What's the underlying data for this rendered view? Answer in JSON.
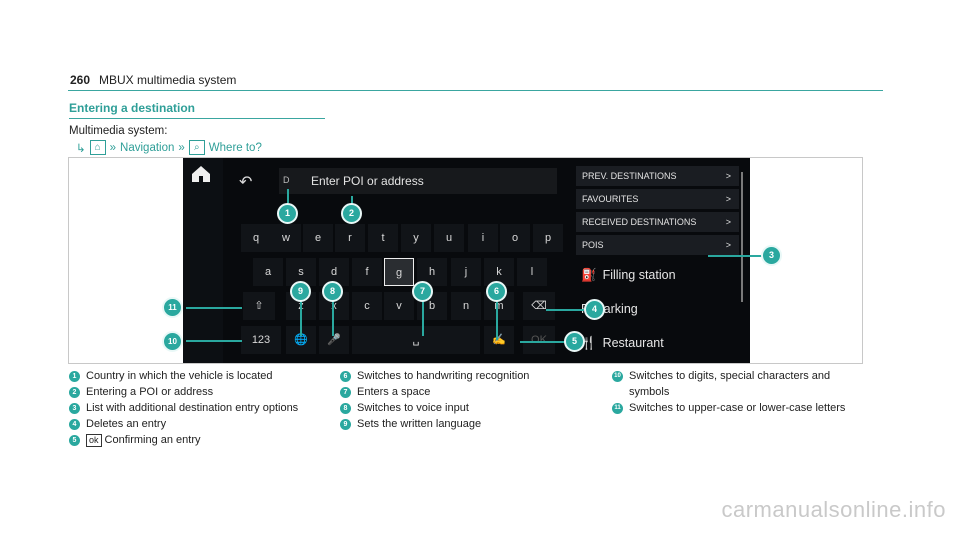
{
  "header": {
    "page_number": "260",
    "title": "MBUX multimedia system"
  },
  "section": {
    "title": "Entering a destination",
    "intro": "Multimedia system:",
    "path": {
      "arrow": "↳",
      "home_icon": "⌂",
      "sep": "»",
      "step1": "Navigation",
      "search_icon": "⌕",
      "step2": "Where to?"
    }
  },
  "screen": {
    "country": "D",
    "input_placeholder": "Enter POI or address",
    "keys_row1": [
      "q",
      "w",
      "e",
      "r",
      "t",
      "y",
      "u",
      "i",
      "o",
      "p"
    ],
    "keys_row2": [
      "a",
      "s",
      "d",
      "f",
      "g",
      "h",
      "j",
      "k",
      "l"
    ],
    "keys_row3": [
      "⇧",
      "z",
      "x",
      "c",
      "v",
      "b",
      "n",
      "m",
      "⌫"
    ],
    "keys_row4": [
      "123",
      "🌐",
      "🎤",
      "␣",
      "✍",
      "OK"
    ],
    "menu": [
      {
        "label": "PREV. DESTINATIONS",
        "chev": ">"
      },
      {
        "label": "FAVOURITES",
        "chev": ">"
      },
      {
        "label": "RECEIVED DESTINATIONS",
        "chev": ">"
      },
      {
        "label": "POIS",
        "chev": ">"
      }
    ],
    "pois": [
      {
        "icon": "⛽",
        "label": "Filling station"
      },
      {
        "icon": "P",
        "label": "Parking"
      },
      {
        "icon": "🍴",
        "label": "Restaurant"
      }
    ]
  },
  "callouts": [
    "1",
    "2",
    "3",
    "4",
    "5",
    "6",
    "7",
    "8",
    "9",
    "10",
    "11"
  ],
  "legend": {
    "col1": [
      {
        "num": "1",
        "text": "Country in which the vehicle is located"
      },
      {
        "num": "2",
        "text": "Entering a POI or address"
      },
      {
        "num": "3",
        "text": "List with additional destination entry options"
      },
      {
        "num": "4",
        "text": "Deletes an entry"
      },
      {
        "num": "5",
        "ok": "ok",
        "text": "Confirming an entry"
      }
    ],
    "col2": [
      {
        "num": "6",
        "text": "Switches to handwriting recognition"
      },
      {
        "num": "7",
        "text": "Enters a space"
      },
      {
        "num": "8",
        "text": "Switches to voice input"
      },
      {
        "num": "9",
        "text": "Sets the written language"
      }
    ],
    "col3": [
      {
        "num": "10",
        "text": "Switches to digits, special characters and symbols"
      },
      {
        "num": "11",
        "text": "Switches to upper-case or lower-case letters"
      }
    ]
  },
  "watermark": "carmanualsonline.info",
  "colors": {
    "accent": "#2aa89f",
    "screen_bg": "#080a0d"
  }
}
